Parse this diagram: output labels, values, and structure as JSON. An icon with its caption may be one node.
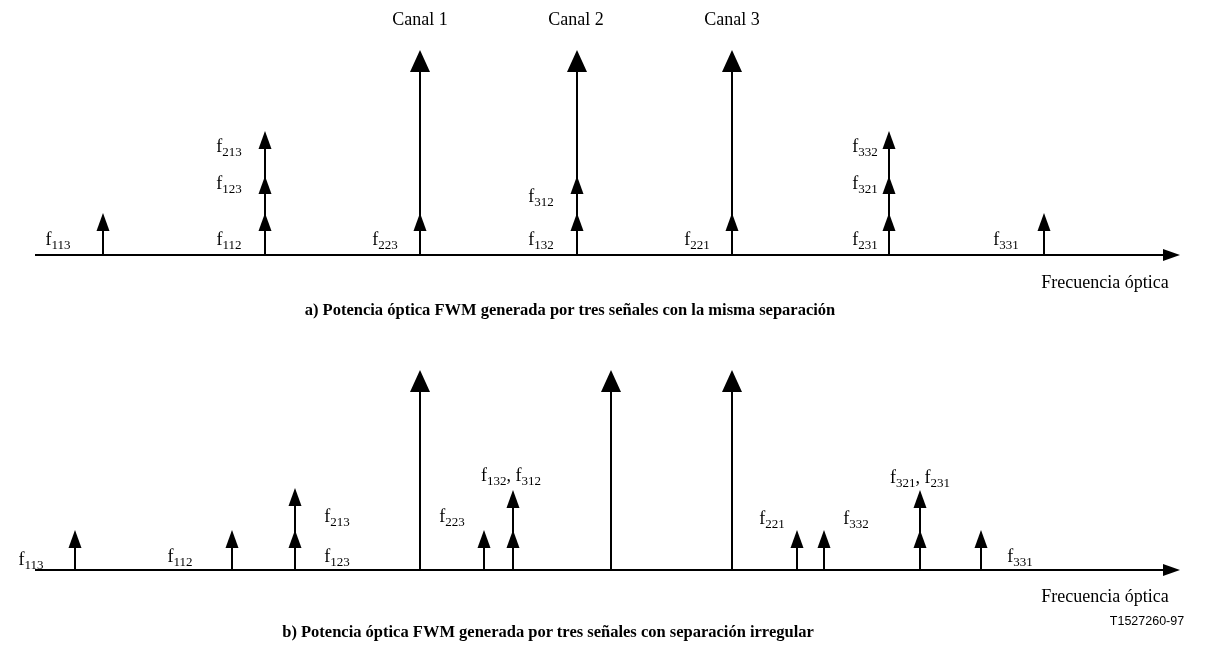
{
  "diagram": {
    "labels": [
      "Canal 1",
      "Canal 2",
      "Canal 3",
      "f$_{213}$",
      "f$_{332}$",
      "f$_{123}$",
      "f$_{321}$",
      "f$_{312}$",
      "f$_{113}$",
      "f$_{112}$",
      "f$_{223}$",
      "f$_{132}$",
      "f$_{221}$",
      "f$_{231}$",
      "f$_{331}$",
      "Frecuencia óptica",
      "a) Potencia óptica FWM generada por tres señales con la misma separación",
      "f$_{132}$, f$_{312}$",
      "f$_{321}$, f$_{231}$",
      "f$_{213}$",
      "f$_{223}$",
      "f$_{221}$",
      "f$_{332}$",
      "f$_{113}$",
      "f$_{112}$",
      "f$_{123}$",
      "f$_{331}$",
      "Frecuencia óptica",
      "b) Potencia óptica FWM generada por tres señales con separación irregular",
      "T1527260-97"
    ]
  }
}
